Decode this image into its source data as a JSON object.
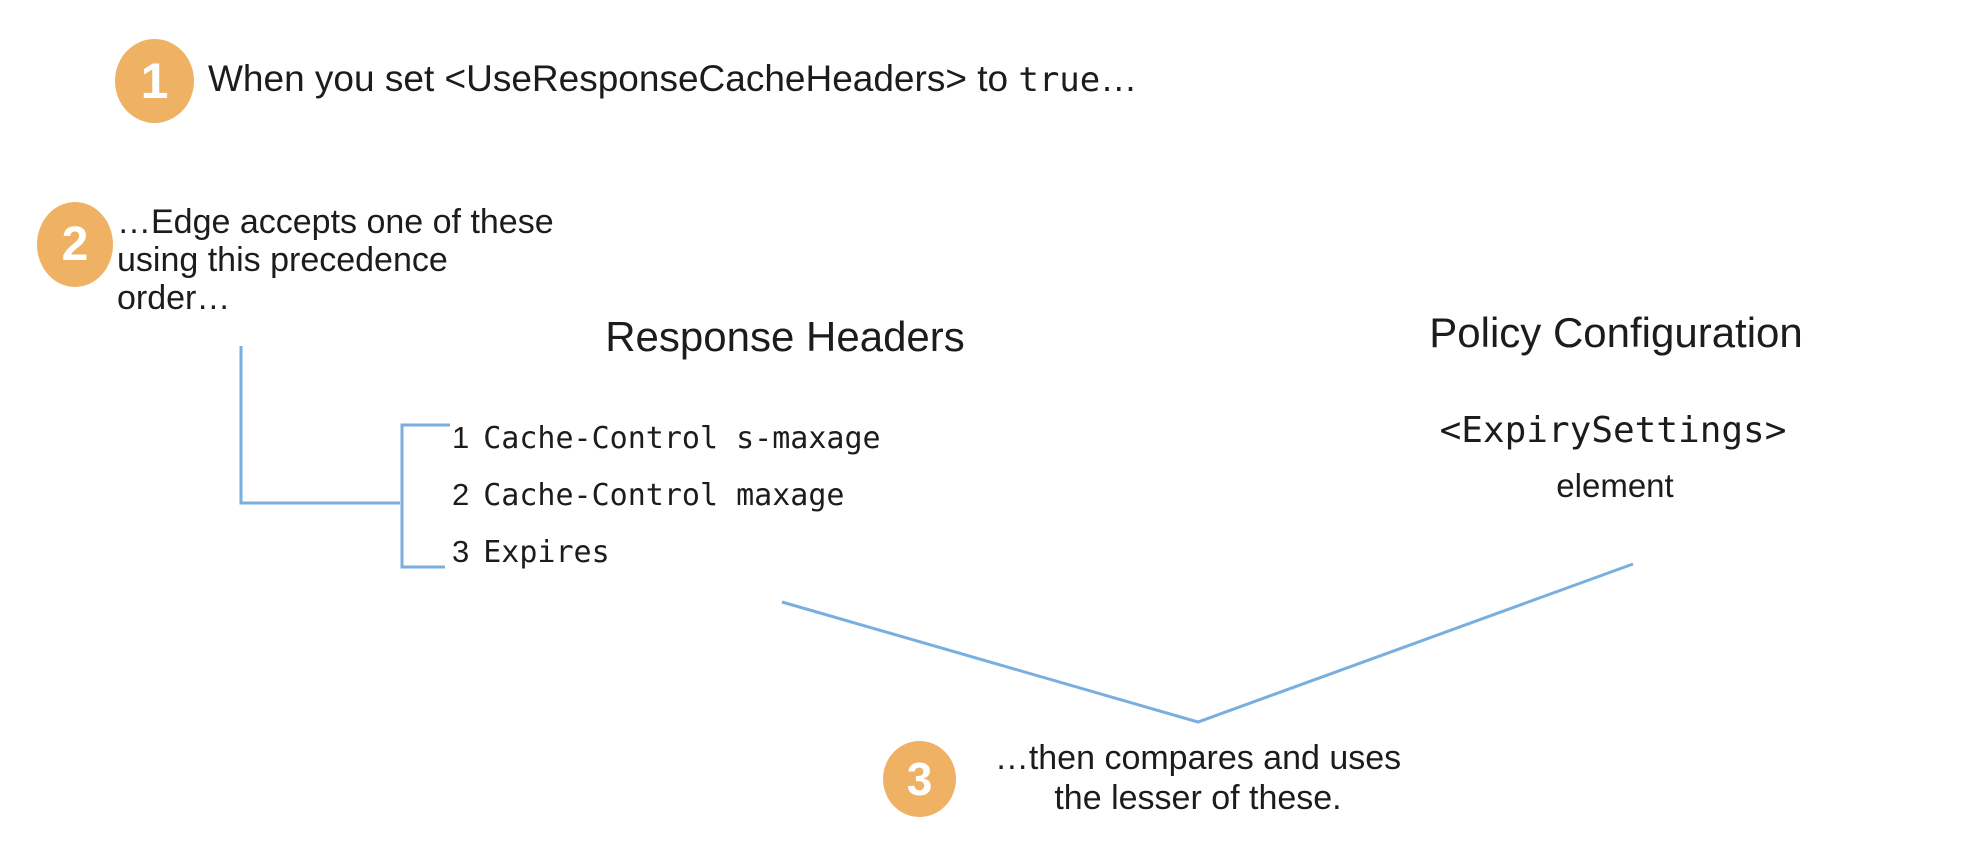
{
  "colors": {
    "badge_orange": "#efb163",
    "connector_blue": "#79aede",
    "text": "#1c1c1c"
  },
  "step1": {
    "number": "1",
    "text_prefix": "When you set <UseResponseCacheHeaders> to ",
    "text_code": "true",
    "text_suffix": "…"
  },
  "step2": {
    "number": "2",
    "lines": [
      "…Edge accepts one of these",
      "using this precedence",
      "order…"
    ]
  },
  "columns": {
    "response_headers": {
      "title": "Response Headers",
      "items": [
        {
          "num": "1",
          "label": "Cache-Control s-maxage"
        },
        {
          "num": "2",
          "label": "Cache-Control maxage"
        },
        {
          "num": "3",
          "label": "Expires"
        }
      ]
    },
    "policy_configuration": {
      "title": "Policy Configuration",
      "code": "<ExpirySettings>",
      "caption": "element"
    }
  },
  "step3": {
    "number": "3",
    "lines": [
      "…then compares and uses",
      "the lesser of these."
    ]
  }
}
